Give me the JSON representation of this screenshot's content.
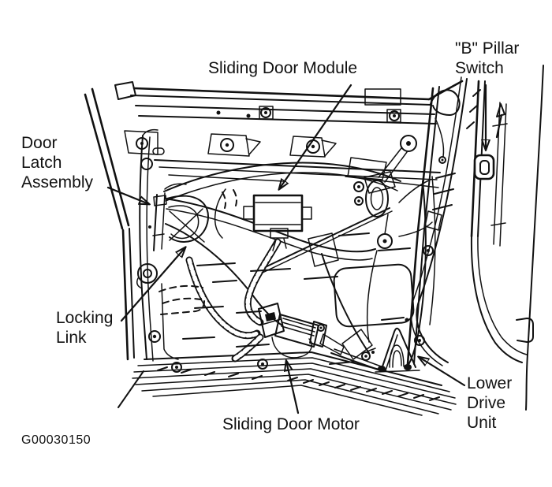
{
  "colors": {
    "background": "#ffffff",
    "line": "#111111",
    "text": "#111111"
  },
  "figure_code": "G00030150",
  "labels": {
    "sliding_door_module": {
      "text": "Sliding Door Module"
    },
    "b_pillar_switch": {
      "lines": [
        "\"B\" Pillar",
        "Switch"
      ]
    },
    "door_latch_assembly": {
      "lines": [
        "Door",
        "Latch",
        "Assembly"
      ]
    },
    "locking_link": {
      "lines": [
        "Locking",
        "Link"
      ]
    },
    "sliding_door_motor": {
      "text": "Sliding Door Motor"
    },
    "lower_drive_unit": {
      "lines": [
        "Lower",
        "Drive",
        "Unit"
      ]
    }
  }
}
